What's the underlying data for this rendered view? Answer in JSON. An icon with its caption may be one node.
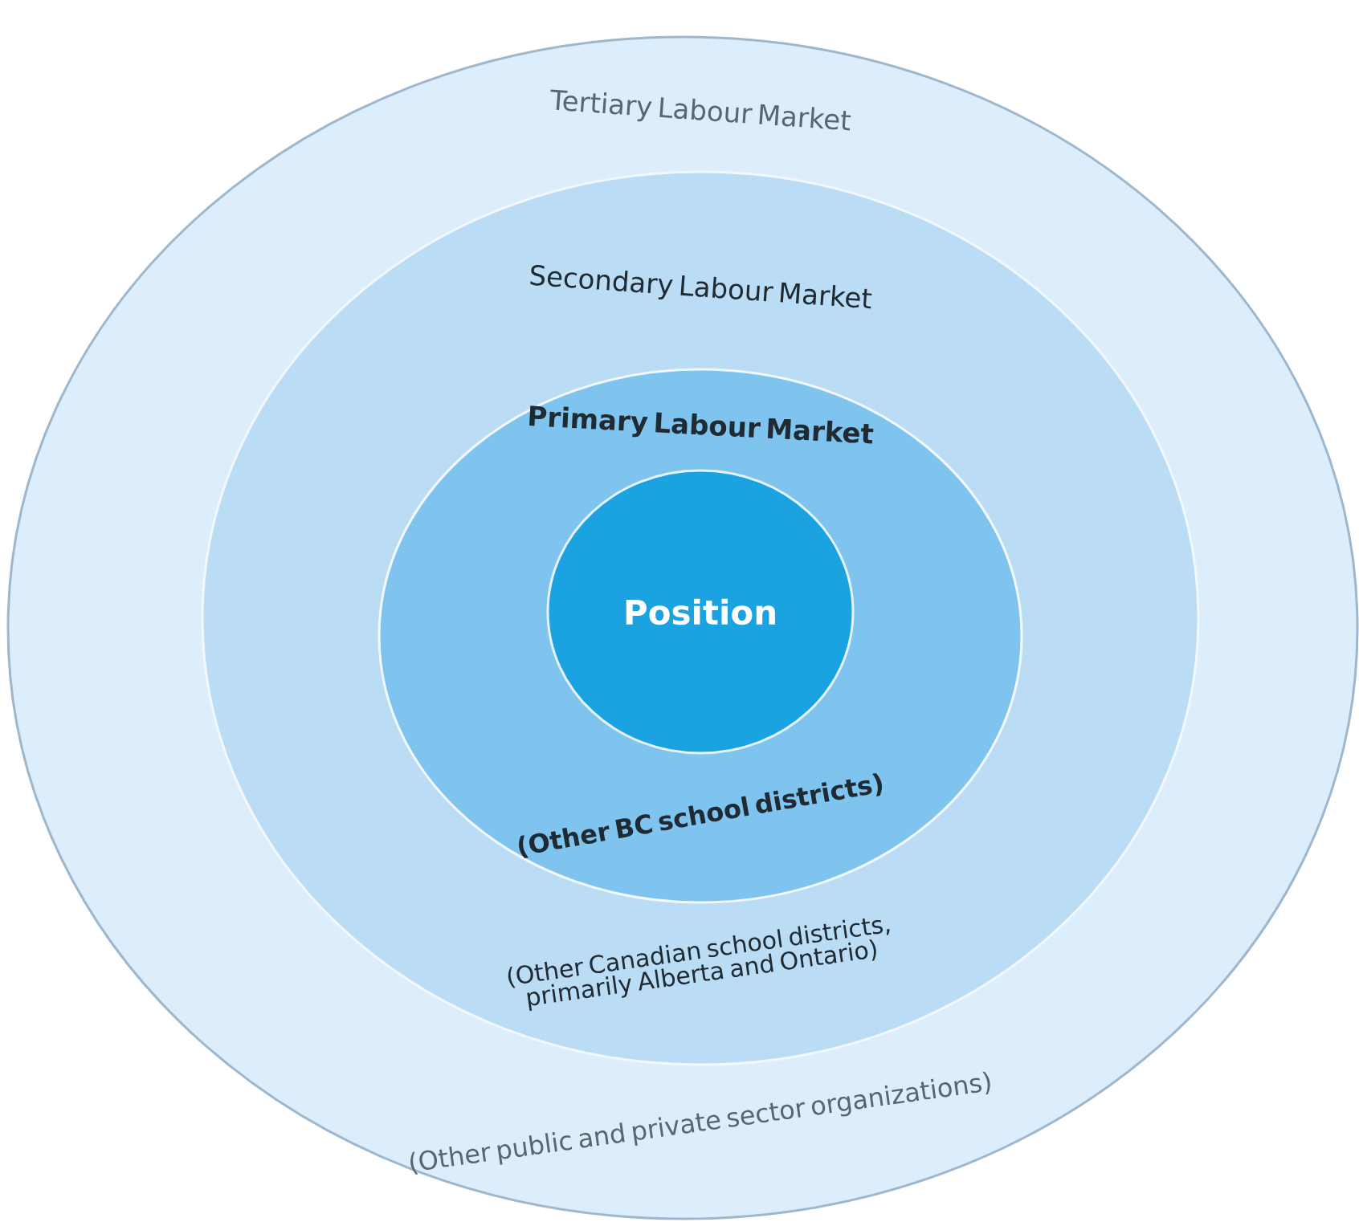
{
  "diagram": {
    "nodes": [
      {
        "text": [
          "Tertiary Labour Market",
          "(Other public and private sector organizations)"
        ]
      },
      {
        "text": [
          "Secondary Labour Market",
          "(Other Canadian school districts, primarily Alberta and Ontario)"
        ],
        "in": 0
      },
      {
        "text": [
          "Primary Labour Market",
          "(Other BC school districts)"
        ],
        "in": 1
      },
      {
        "text": [
          "Position"
        ],
        "in": 2
      }
    ]
  }
}
